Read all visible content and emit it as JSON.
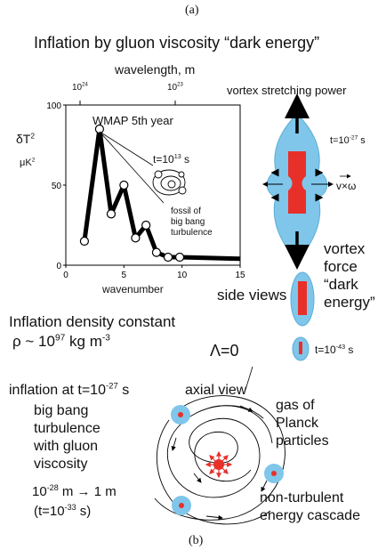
{
  "panel_a_label": "(a)",
  "panel_b_label": "(b)",
  "title": "Inflation by gluon viscosity “dark energy”",
  "top_axis_label": "wavelength, m",
  "top_tick_1": "10",
  "top_tick_1_exp": "24",
  "top_tick_2": "10",
  "top_tick_2_exp": "23",
  "y_axis_label_1_base": "δT",
  "y_axis_label_1_exp": "2",
  "y_axis_label_2_base": "μK",
  "y_axis_label_2_exp": "2",
  "plot_title": "WMAP 5th year",
  "plot_time": "t=10",
  "plot_time_exp": "13",
  "plot_time_unit": " s",
  "fossil_note_1": "fossil of",
  "fossil_note_2": "big bang",
  "fossil_note_3": "turbulence",
  "x_axis_label": "wavenumber",
  "vortex_title": "vortex stretching power",
  "vortex_time_base": "t=10",
  "vortex_time_exp": "-27",
  "vortex_time_unit": " s",
  "vxw_label": "v×ω",
  "side_views": "side views",
  "vortex_force_1": "vortex",
  "vortex_force_2": "force",
  "vortex_force_3": "“dark",
  "vortex_force_4": "energy”",
  "density_line1": "Inflation density constant",
  "density_line2_base": "ρ ~ 10",
  "density_line2_exp": "97",
  "density_line2_unit": " kg m",
  "density_line2_unit_exp": "-3",
  "lambda": "Λ=0",
  "small_time_base": "t=10",
  "small_time_exp": "-43",
  "small_time_unit": " s",
  "inflation_base": "inflation at t=10",
  "inflation_exp": "-27",
  "inflation_unit": " s",
  "text_big_bang": "big bang",
  "text_turbulence": "turbulence",
  "text_with_gluon": "with gluon",
  "text_viscosity": "viscosity",
  "scale_base1": "10",
  "scale_exp1": "-28",
  "scale_rest": " m → 1 m",
  "scale_time_base": "(t=10",
  "scale_time_exp": "-33",
  "scale_time_end": " s)",
  "axial_view": "axial view",
  "gas_1": "gas of",
  "gas_2": "Planck",
  "gas_3": "particles",
  "cascade_1": "non-turbulent",
  "cascade_2": "energy cascade",
  "colors": {
    "blue": "#7fc6ea",
    "red": "#e8302a",
    "ink": "#000000"
  },
  "chart_data": {
    "type": "line",
    "title": "WMAP 5th year",
    "xlabel": "wavenumber",
    "ylabel": "δT² μK²",
    "xlim": [
      0,
      15
    ],
    "ylim": [
      0,
      100
    ],
    "x_ticks": [
      "0",
      "5",
      "10",
      "15"
    ],
    "y_ticks": [
      "0",
      "50",
      "100"
    ],
    "top_axis": {
      "label": "wavelength, m",
      "ticks": [
        "10^24",
        "10^23"
      ]
    },
    "series": [
      {
        "x": [
          1.6,
          2.9,
          3.9,
          5.0,
          6.0,
          6.9,
          7.8,
          8.8,
          9.8,
          15.0
        ],
        "y": [
          15,
          85,
          32,
          50,
          17,
          25,
          8,
          5,
          5,
          4
        ]
      }
    ]
  }
}
